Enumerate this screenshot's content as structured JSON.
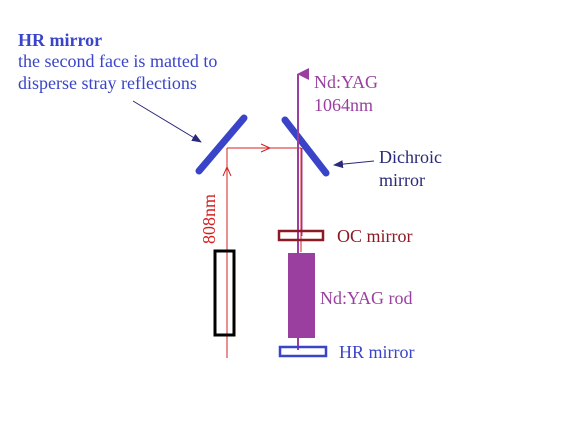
{
  "colors": {
    "blue": "#3a44c8",
    "blue_text": "#3a44c8",
    "purple": "#9a3fa0",
    "purple_text": "#9a3fa0",
    "red": "#d42020",
    "dark_red": "#8b1a24",
    "black": "#000000",
    "navy_text": "#2a2a7a"
  },
  "labels": {
    "hr_mirror_title": "HR mirror",
    "hr_mirror_note_line1": "the second face is matted to",
    "hr_mirror_note_line2": "disperse stray reflections",
    "output_line1": "Nd:YAG",
    "output_line2": "1064nm",
    "dichroic_line1": "Dichroic",
    "dichroic_line2": "mirror",
    "pump_wavelength": "808nm",
    "oc_mirror": "OC mirror",
    "rod": "Nd:YAG rod",
    "hr_mirror_bottom": "HR mirror"
  }
}
